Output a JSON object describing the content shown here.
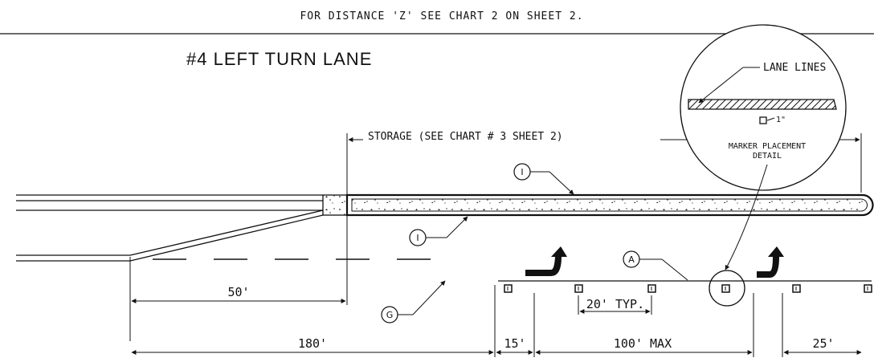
{
  "header_note": "FOR DISTANCE 'Z' SEE CHART 2 ON SHEET 2.",
  "title": "#4  LEFT TURN LANE",
  "storage_label": "STORAGE (SEE CHART # 3 SHEET 2)",
  "detail": {
    "lane_lines_label": "LANE LINES",
    "marker_dim": "1\"",
    "caption_line1": "MARKER PLACEMENT",
    "caption_line2": "DETAIL"
  },
  "callouts": {
    "upper_island": "I",
    "lower_island": "I",
    "lane_line": "A",
    "dashed_line": "G"
  },
  "dimensions": {
    "taper": "50'",
    "approach": "180'",
    "offset": "15'",
    "marker_span": "100' MAX",
    "end": "25'",
    "typical_spacing": "20' TYP."
  },
  "colors": {
    "ink": "#111111",
    "background": "#ffffff"
  }
}
